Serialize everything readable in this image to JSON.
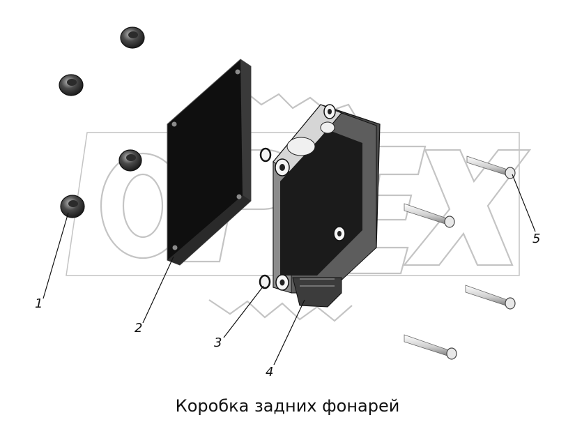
{
  "caption": "Коробка задних фонарей",
  "callouts": [
    {
      "id": "1",
      "label": "1"
    },
    {
      "id": "2",
      "label": "2"
    },
    {
      "id": "3",
      "label": "3"
    },
    {
      "id": "4",
      "label": "4"
    },
    {
      "id": "5",
      "label": "5"
    }
  ],
  "colors": {
    "part_dark": "#1e1e1e",
    "part_mid": "#6a6a6a",
    "part_light": "#d9d9d9",
    "watermark": "#c4c4c4"
  }
}
